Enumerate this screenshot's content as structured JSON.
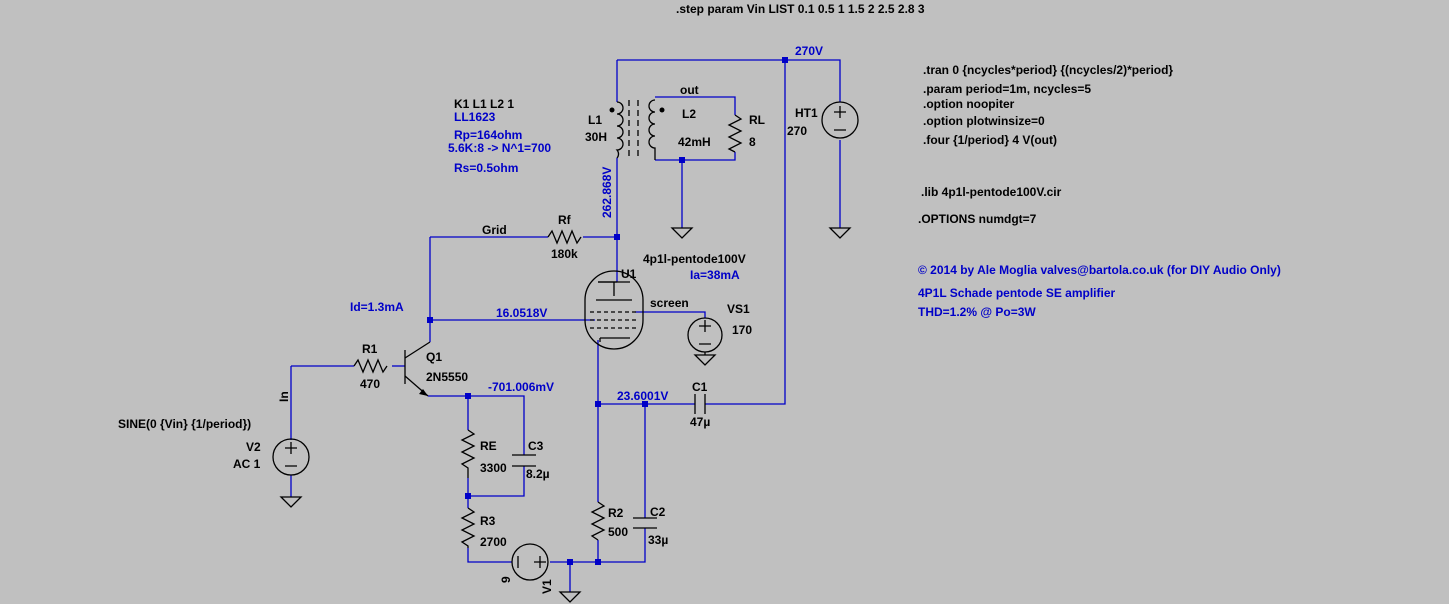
{
  "directives": {
    "step": ".step param Vin  LIST 0.1 0.5 1 1.5 2 2.5 2.8 3",
    "tran": ".tran 0 {ncycles*period} {(ncycles/2)*period}",
    "param": ".param period=1m, ncycles=5",
    "noopiter": ".option noopiter",
    "plotwinsize": ".option plotwinsize=0",
    "four": ".four {1/period} 4 V(out)",
    "lib": ".lib 4p1l-pentode100V.cir",
    "numdgt": ".OPTIONS numdgt=7"
  },
  "notes": {
    "copyright": "© 2014 by Ale Moglia valves@bartola.co.uk (for DIY Audio Only)",
    "title": "4P1L  Schade pentode SE amplifier",
    "thd": "THD=1.2% @ Po=3W",
    "coupling": "K1 L1 L2 1",
    "transformer": "LL1623",
    "rp": "Rp=164ohm",
    "ratio": "5.6K:8  -> N^1=700",
    "rs": "Rs=0.5ohm",
    "id": "Id=1.3mA",
    "ia": "Ia=38mA"
  },
  "nodes": {
    "b_plus": "270V",
    "plate": "262.868V",
    "grid_net": "Grid",
    "grid_v": "16.0518V",
    "emitter_v": "-701.006mV",
    "cathode_v": "23.6001V",
    "out": "out",
    "in": "In",
    "screen": "screen"
  },
  "components": {
    "l1": {
      "name": "L1",
      "value": "30H"
    },
    "l2": {
      "name": "L2",
      "value": "42mH"
    },
    "rl": {
      "name": "RL",
      "value": "8"
    },
    "ht1": {
      "name": "HT1",
      "value": "270"
    },
    "rf": {
      "name": "Rf",
      "value": "180k"
    },
    "u1": {
      "name": "U1",
      "model": "4p1l-pentode100V"
    },
    "vs1": {
      "name": "VS1",
      "value": "170"
    },
    "r1": {
      "name": "R1",
      "value": "470"
    },
    "q1": {
      "name": "Q1",
      "model": "2N5550"
    },
    "re": {
      "name": "RE",
      "value": "3300"
    },
    "c3": {
      "name": "C3",
      "value": "8.2µ"
    },
    "r3": {
      "name": "R3",
      "value": "2700"
    },
    "v1": {
      "name": "V1",
      "value": "9"
    },
    "r2": {
      "name": "R2",
      "value": "500"
    },
    "c2": {
      "name": "C2",
      "value": "33µ"
    },
    "c1": {
      "name": "C1",
      "value": "47µ"
    },
    "v2": {
      "name": "V2",
      "source": "SINE(0 {Vin} {1/period})",
      "ac": "AC 1"
    }
  }
}
